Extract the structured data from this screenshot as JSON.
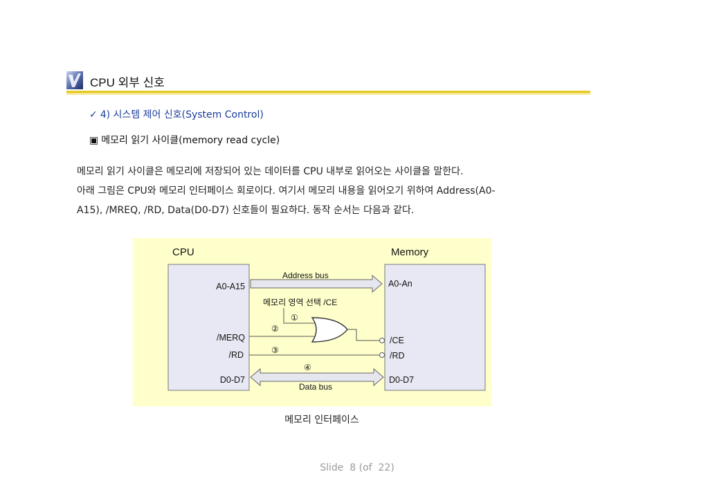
{
  "header": {
    "title": "CPU 외부 신호",
    "subheading": "4) 시스템 제어 신호(System Control)",
    "section": "메모리 읽기 사이클(memory read cycle)"
  },
  "body": {
    "line1": "메모리 읽기 사이클은 메모리에 저장되어 있는 데이터를 CPU 내부로 읽어오는 사이클을 말한다.",
    "line2": "아래 그림은 CPU와 메모리 인터페이스 회로이다. 여기서 메모리 내용을 읽어오기 위하여 Address(A0-",
    "line3": "A15), /MREQ, /RD, Data(D0-D7) 신호들이 필요하다. 동작 순서는 다음과 같다."
  },
  "diagram": {
    "cpu_label": "CPU",
    "memory_label": "Memory",
    "cpu_pins": {
      "addr": "A0-A15",
      "mreq": "/MERQ",
      "rd": "/RD",
      "data": "D0-D7"
    },
    "mem_pins": {
      "addr": "A0-An",
      "ce": "/CE",
      "rd": "/RD",
      "data": "D0-D7"
    },
    "address_bus": "Address bus",
    "data_bus": "Data bus",
    "select_label": "메모리 영역 선택 /CE",
    "steps": [
      "①",
      "②",
      "③",
      "④"
    ],
    "colors": {
      "background": "#ffffcc",
      "block": "#e8e8f4",
      "arrow": "#e6e6ee"
    }
  },
  "caption": "메모리 인터페이스",
  "footer": "Slide  8 (of  22)"
}
